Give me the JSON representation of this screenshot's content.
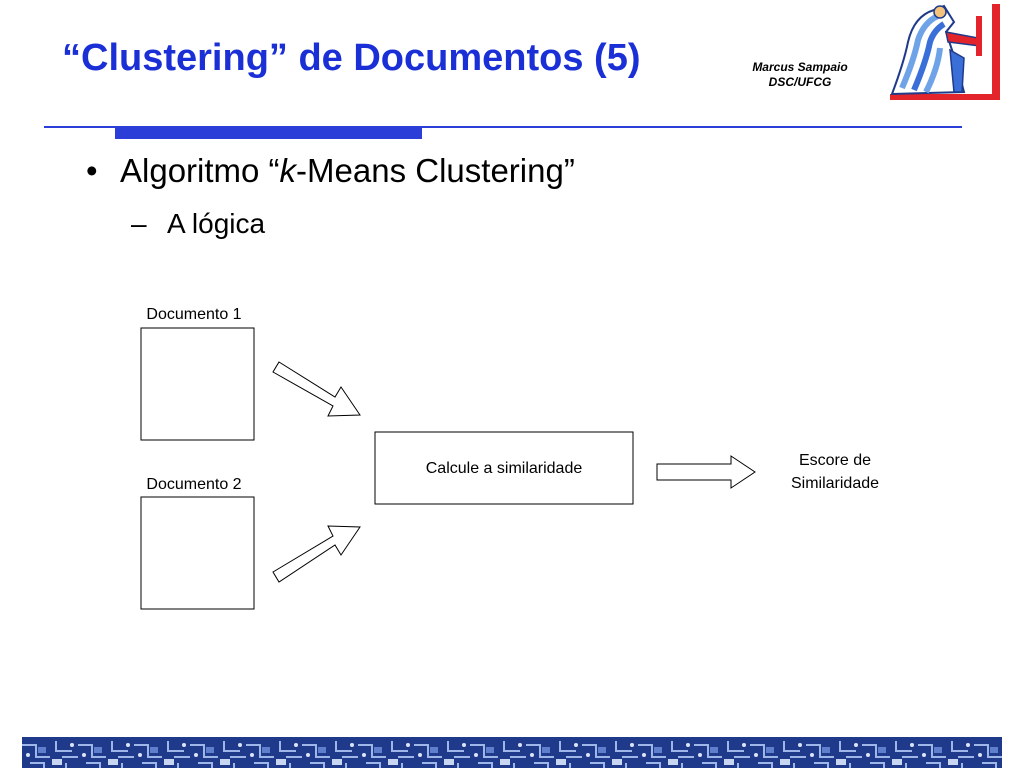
{
  "slide": {
    "title": "“Clustering” de Documentos (5)",
    "author_name": "Marcus Sampaio",
    "author_affiliation": "DSC/UFCG",
    "bullet": {
      "prefix": "Algoritmo “",
      "italic": "k",
      "suffix": "-Means Clustering”"
    },
    "sub_bullet": "A lógica"
  },
  "diagram": {
    "document_1_label": "Documento 1",
    "document_2_label": "Documento 2",
    "process_label": "Calcule a similaridade",
    "output_line_1": "Escore de",
    "output_line_2": "Similaridade"
  },
  "colors": {
    "title": "#1a2fd6",
    "rule": "#2b3fd8",
    "footer_base": "#1f3a8a",
    "footer_pattern": "#9fb6e8"
  }
}
